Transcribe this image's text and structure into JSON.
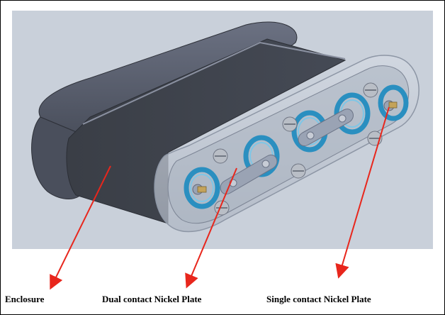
{
  "figure": {
    "labels": {
      "enclosure": "Enclosure",
      "dual_plate": "Dual contact Nickel Plate",
      "single_plate": "Single contact Nickel Plate"
    },
    "colors": {
      "background_render": "#c9d0da",
      "enclosure_dark": "#3c4048",
      "enclosure_shell": "#5a6070",
      "lid_transparent": "#b8c2d0",
      "oring_blue": "#2a8fc0",
      "plate_metal": "#9aa3b4",
      "screw_metal": "#b9bec6",
      "arrow_red": "#e8261c"
    }
  }
}
